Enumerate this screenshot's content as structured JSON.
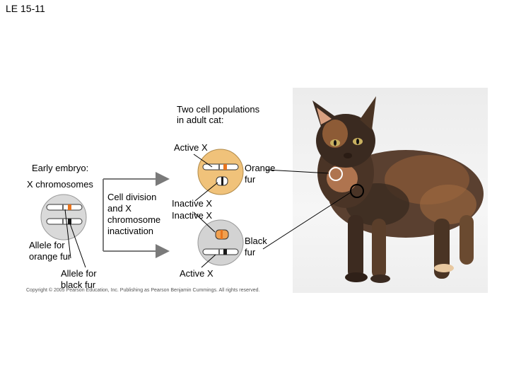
{
  "slide_title": "LE 15-11",
  "labels": {
    "two_populations_line1": "Two cell populations",
    "two_populations_line2": "in adult cat:",
    "active_x_top": "Active X",
    "early_embryo": "Early embryo:",
    "x_chromosomes": "X chromosomes",
    "orange_fur_line1": "Orange",
    "orange_fur_line2": "fur",
    "cell_division_line1": "Cell division",
    "cell_division_line2": "and X",
    "cell_division_line3": "chromosome",
    "cell_division_line4": "inactivation",
    "inactive_x_1": "Inactive X",
    "inactive_x_2": "Inactive X",
    "black_fur_line1": "Black",
    "black_fur_line2": "fur",
    "allele_orange_line1": "Allele for",
    "allele_orange_line2": "orange fur",
    "allele_black_line1": "Allele for",
    "allele_black_line2": "black fur",
    "active_x_bottom": "Active X"
  },
  "copyright": "Copyright © 2005 Pearson Education, Inc. Publishing as Pearson Benjamin Cummings. All rights reserved.",
  "colors": {
    "embryo_cell": "#d9d9d9",
    "orange_cell": "#f0c27a",
    "gray_cell": "#d3d3d3",
    "chromosome": "#ffffff",
    "orange_allele": "#e8741e",
    "black_allele": "#1a1a1a",
    "arrow": "#7a7a7a"
  }
}
